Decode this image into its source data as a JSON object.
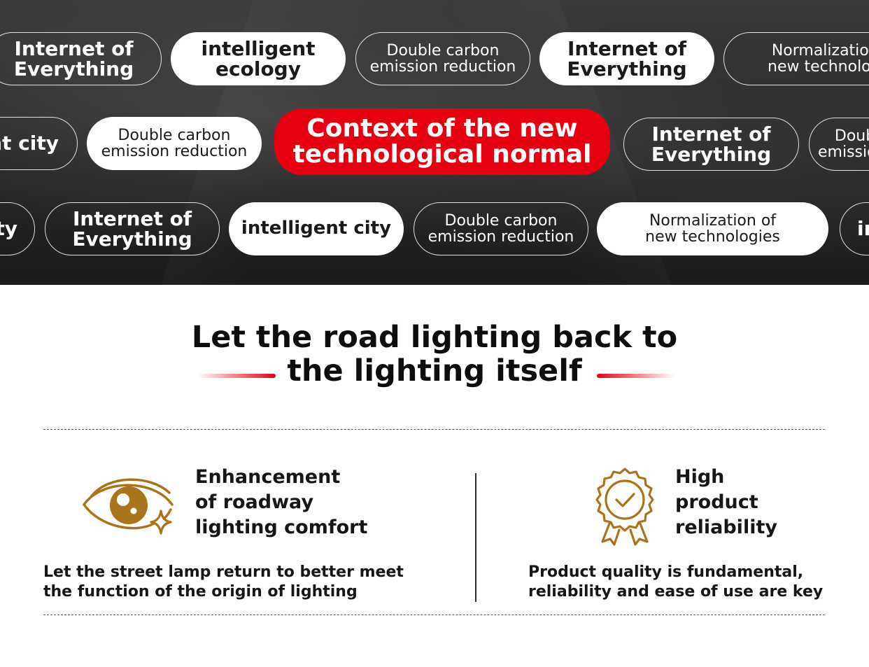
{
  "banner": {
    "row1": [
      {
        "lines": [
          "Internet of",
          "Everything"
        ],
        "style": "outline-bold"
      },
      {
        "lines": [
          "intelligent",
          "ecology"
        ],
        "style": "solid-bold"
      },
      {
        "lines": [
          "Double carbon",
          "emission reduction"
        ],
        "style": "outline-regular"
      },
      {
        "lines": [
          "Internet of",
          "Everything"
        ],
        "style": "solid-bold"
      },
      {
        "lines": [
          "Normalization of",
          "new technologies"
        ],
        "style": "outline-regular"
      }
    ],
    "row2": [
      {
        "lines": [
          "intelligent city"
        ],
        "style": "outline-bold"
      },
      {
        "lines": [
          "Double carbon",
          "emission reduction"
        ],
        "style": "solid-regular"
      },
      {
        "lines": [
          "Context of the new",
          "technological normal"
        ],
        "style": "red-featured"
      },
      {
        "lines": [
          "Internet of",
          "Everything"
        ],
        "style": "outline-bold"
      },
      {
        "lines": [
          "Double carbon",
          "emission reduction"
        ],
        "style": "outline-regular"
      }
    ],
    "row3": [
      {
        "lines": [
          "intelligent city"
        ],
        "style": "outline-bold"
      },
      {
        "lines": [
          "Internet of",
          "Everything"
        ],
        "style": "outline-bold"
      },
      {
        "lines": [
          "intelligent city"
        ],
        "style": "solid-bold"
      },
      {
        "lines": [
          "Double carbon",
          "emission reduction"
        ],
        "style": "outline-regular"
      },
      {
        "lines": [
          "Normalization of",
          "new technologies"
        ],
        "style": "solid-regular"
      },
      {
        "lines": [
          "intelligent city"
        ],
        "style": "outline-bold"
      }
    ]
  },
  "heading": {
    "line1": "Let the road lighting back to",
    "line2": "the lighting itself"
  },
  "features": [
    {
      "icon": "eye-sparkle-icon",
      "title_lines": [
        "Enhancement",
        "of roadway",
        "lighting comfort"
      ],
      "desc_lines": [
        "Let the street lamp return to better meet",
        "the function of the origin of lighting"
      ]
    },
    {
      "icon": "award-badge-check-icon",
      "title_lines": [
        "High",
        "product",
        "reliability"
      ],
      "desc_lines": [
        "Product quality is fundamental,",
        "reliability and ease of use are key"
      ]
    }
  ],
  "colors": {
    "accent_red": "#e60012",
    "icon_gold": "#a8741c",
    "banner_dark": "#262626"
  }
}
